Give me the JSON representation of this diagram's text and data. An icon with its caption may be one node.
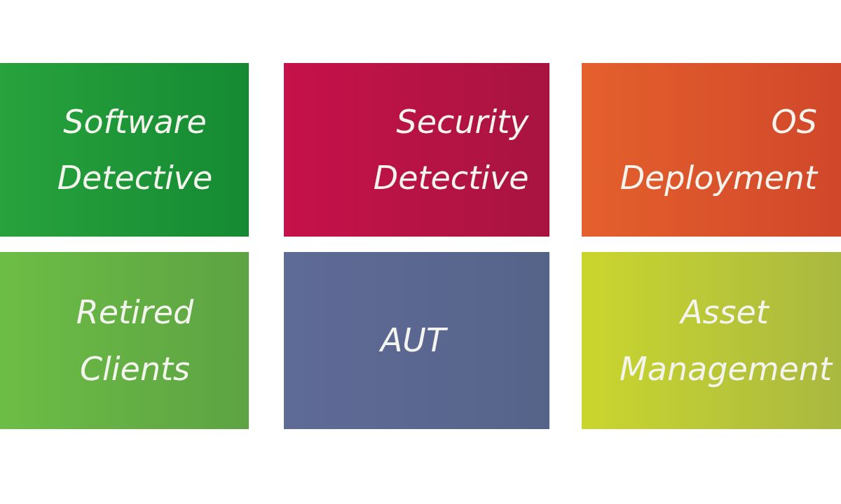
{
  "diagram": {
    "nodes": [
      {
        "text": [
          "Software Detective"
        ]
      },
      {
        "text": [
          "Security Detective"
        ]
      },
      {
        "text": [
          "OS Deployment"
        ]
      },
      {
        "text": [
          "Retired Clients"
        ]
      },
      {
        "text": [
          "AUT"
        ]
      },
      {
        "text": [
          "Asset Management"
        ]
      }
    ]
  }
}
